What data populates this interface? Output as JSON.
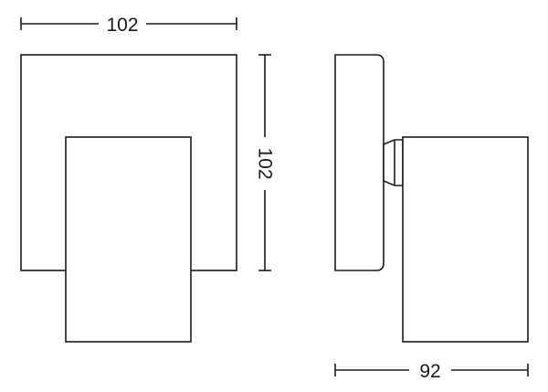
{
  "dimensions": {
    "front_width": "102",
    "front_height": "102",
    "side_depth": "92"
  },
  "colors": {
    "line": "#1a1a1a",
    "background": "#ffffff"
  }
}
